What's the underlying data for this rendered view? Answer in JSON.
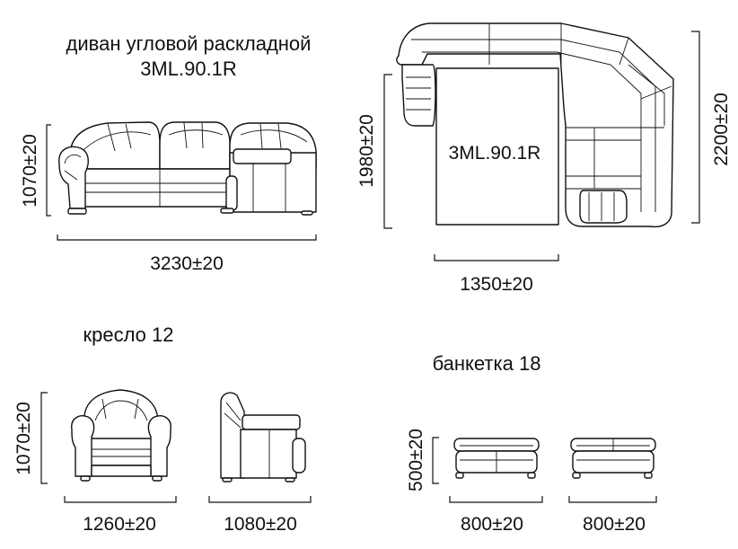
{
  "sofa": {
    "title_line1": "диван угловой раскладной",
    "title_line2": "3ML.90.1R",
    "height_dim": "1070±20",
    "width_dim": "3230±20"
  },
  "plan": {
    "model_label": "3ML.90.1R",
    "bed_length_dim": "1980±20",
    "total_depth_dim": "2200±20",
    "bed_width_dim": "1350±20"
  },
  "armchair": {
    "title": "кресло 12",
    "height_dim": "1070±20",
    "width_dim": "1260±20",
    "depth_dim": "1080±20"
  },
  "ottoman": {
    "title": "банкетка 18",
    "height_dim": "500±20",
    "width_dim_front": "800±20",
    "width_dim_side": "800±20"
  }
}
